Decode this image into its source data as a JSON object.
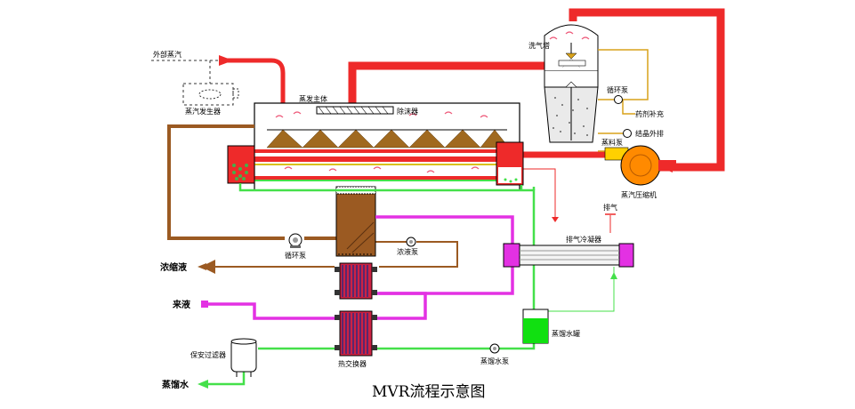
{
  "title": "MVR流程示意图",
  "labels": {
    "external_steam": "外部蒸汽",
    "steam_generator": "蒸汽发生器",
    "evaporator_body": "蒸发主体",
    "demister": "除沫器",
    "scrubber_tower": "洗气塔",
    "circ_pump_top": "循环泵",
    "agent_makeup": "药剂补充",
    "crystal_discharge": "结晶外排",
    "feed_pump": "蒸料泵",
    "steam_compressor": "蒸汽压缩机",
    "vent": "排气",
    "vent_condenser": "排气冷凝器",
    "circ_pump_bottom": "循环泵",
    "conc_pump": "浓液泵",
    "concentrate": "浓缩液",
    "feed_liquid": "来液",
    "heat_exchanger": "热交换器",
    "safety_filter": "保安过滤器",
    "distillate_tank": "蒸馏水罐",
    "distillate_pump": "蒸馏水泵",
    "distillate": "蒸馏水"
  },
  "colors": {
    "steam": "#ee2a2a",
    "concentrate": "#9b5a22",
    "feed": "#e331e3",
    "distillate": "#44e04a",
    "agent": "#d9a21a",
    "compressor": "#ff8a00"
  }
}
